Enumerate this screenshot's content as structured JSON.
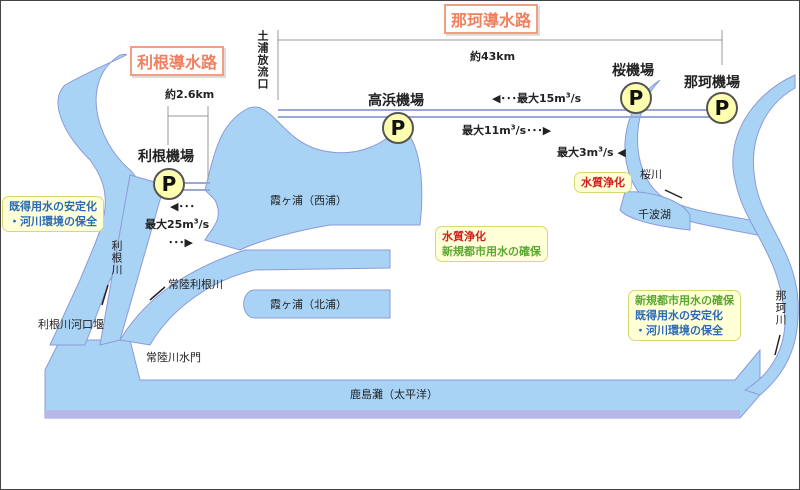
{
  "titles": {
    "tone_canal": "利根導水路",
    "naka_canal": "那珂導水路"
  },
  "distances": {
    "tone": "約2.6km",
    "naka": "約43km"
  },
  "outlet": "土浦放流口",
  "pumps": {
    "tone": "利根機場",
    "takahama": "高浜機場",
    "sakura": "桜機場",
    "naka": "那珂機場",
    "p": "P"
  },
  "flows": {
    "tone_max": "最大25m",
    "takahama_to_naka": "最大11m",
    "naka_to_takahama": "最大15m",
    "sakura_max": "最大3m",
    "unit_sup": "3",
    "unit_tail": "/s"
  },
  "places": {
    "nishiura": "霞ヶ浦（西浦）",
    "kitaura": "霞ヶ浦（北浦）",
    "hitachi_tone": "常陸利根川",
    "tone_river": "利根川",
    "tone_weir": "利根川河口堰",
    "hitachi_gate": "常陸川水門",
    "sakura_river": "桜川",
    "senba": "千波湖",
    "naka_river": "那珂川",
    "kashima": "鹿島灘（太平洋）"
  },
  "bubbles": {
    "tone": [
      "既得用水の安定化",
      "・河川環境の保全"
    ],
    "kasumigaura": [
      "水質浄化",
      "新規都市用水の確保"
    ],
    "senba": "水質浄化",
    "naka": [
      "新規都市用水の確保",
      "既得用水の安定化",
      "・河川環境の保全"
    ]
  },
  "colors": {
    "water": "#a9d3f5",
    "water_edge": "#8c9ad8",
    "shadow": "#b8b8e8"
  }
}
